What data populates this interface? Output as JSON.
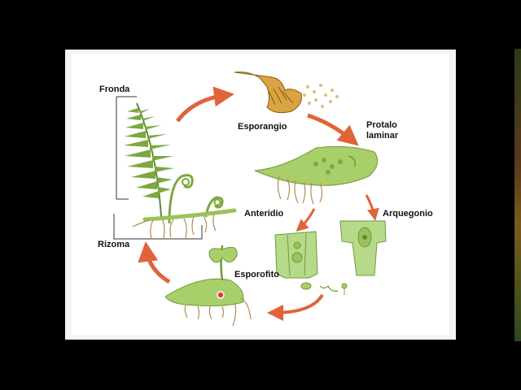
{
  "diagram": {
    "labels": {
      "fronda": "Fronda",
      "esporangio": "Esporangio",
      "protalo": "Protalo\nlaminar",
      "anteridio": "Anteridio",
      "arquegonio": "Arquegonio",
      "esporofito": "Esporofito",
      "rizoma": "Rizoma"
    },
    "colors": {
      "arrow": "#e0633a",
      "leaf_green": "#9bc25a",
      "leaf_dark": "#5f8a2e",
      "root": "#b58a55",
      "sporangium": "#d9a441"
    }
  }
}
